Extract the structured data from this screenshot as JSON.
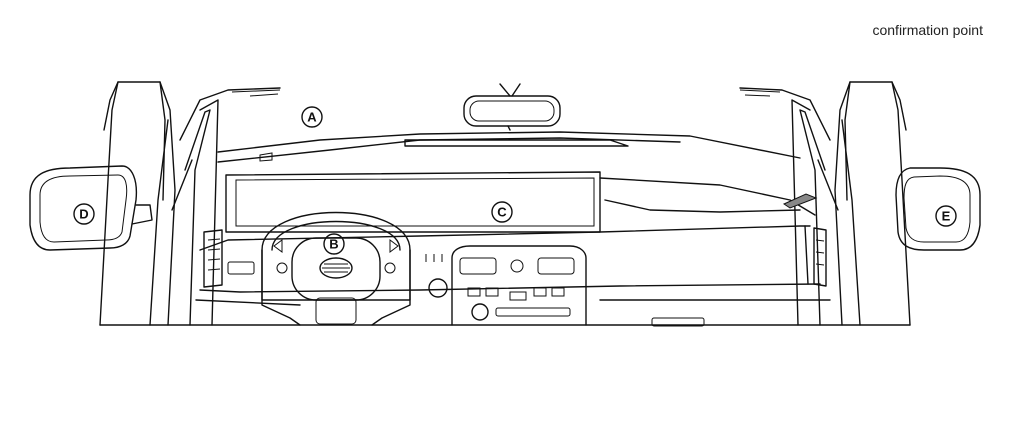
{
  "caption": "confirmation point",
  "labels": {
    "a": "A",
    "b": "B",
    "c": "C",
    "d": "D",
    "e": "E"
  }
}
